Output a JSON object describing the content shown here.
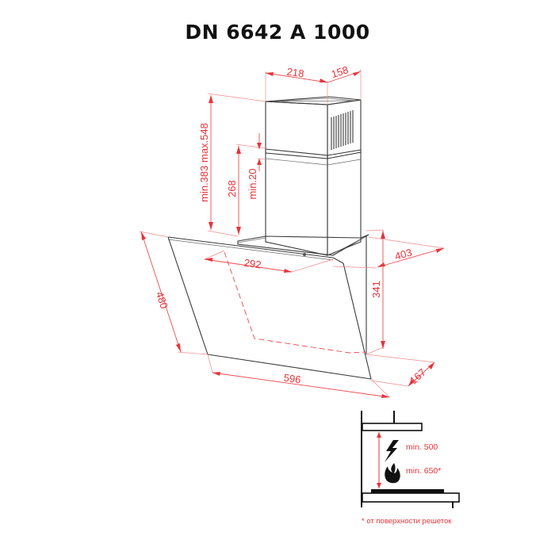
{
  "title": "DN 6642 A 1000",
  "colors": {
    "dimension": "#e8333a",
    "outline": "#3a3a3a",
    "background": "#ffffff"
  },
  "dimensions": {
    "chimney_width": "218",
    "chimney_depth": "158",
    "chimney_height_range": "min.383 max.548",
    "lower_chimney_height": "268",
    "overlap_min": "min.20",
    "panel_height": "480",
    "filter_width": "292",
    "depth": "403",
    "back_height": "341",
    "width": "596",
    "bottom_depth": "167"
  },
  "installation": {
    "electric_min": "min. 500",
    "gas_min": "min. 650*",
    "footnote": "* от поверхности решеток",
    "icons": [
      "lightning-icon",
      "flame-icon"
    ]
  }
}
